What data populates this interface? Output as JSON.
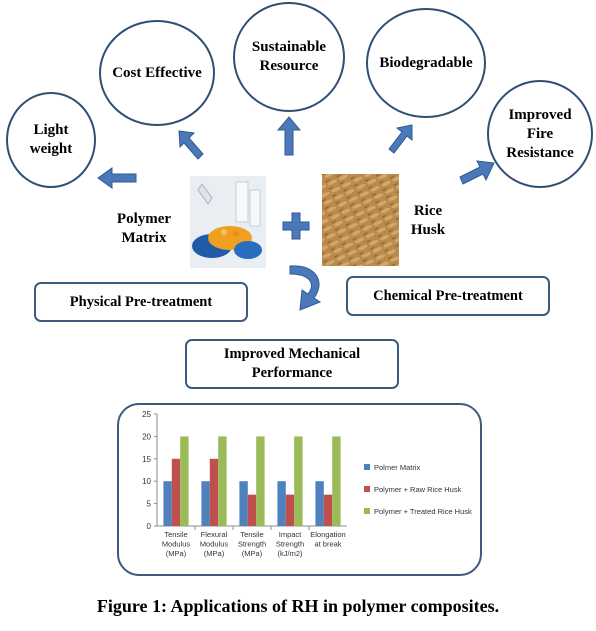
{
  "circles": {
    "light_weight": "Light\nweight",
    "cost_effective": "Cost Effective",
    "sustainable": "Sustainable\nResource",
    "biodegradable": "Biodegradable",
    "fire_resistance": "Improved\nFire\nResistance"
  },
  "labels": {
    "polymer_matrix": "Polymer\nMatrix",
    "rice_husk": "Rice\nHusk"
  },
  "boxes": {
    "physical": "Physical Pre-treatment",
    "chemical": "Chemical Pre-treatment",
    "mechanical": "Improved Mechanical\nPerformance"
  },
  "chart_data": {
    "type": "bar",
    "categories": [
      "Tensile\nModulus\n(MPa)",
      "Flexural\nModulus\n(MPa)",
      "Tensile\nStrength\n(MPa)",
      "Impact\nStrength\n(kJ/m2)",
      "Elongation\nat break"
    ],
    "ylim": [
      0,
      25
    ],
    "yticks": [
      0,
      5,
      10,
      15,
      20,
      25
    ],
    "series": [
      {
        "name": "Polmer Matrix",
        "color": "#4f81bd",
        "values": [
          10,
          10,
          10,
          10,
          10
        ]
      },
      {
        "name": "Polymer + Raw Rice Husk",
        "color": "#c0504d",
        "values": [
          15,
          15,
          7,
          7,
          7
        ]
      },
      {
        "name": "Polymer + Treated Rice Husk",
        "color": "#9bbb59",
        "values": [
          20,
          20,
          20,
          20,
          20
        ]
      }
    ],
    "legend_position": "right",
    "grid": false
  },
  "caption": "Figure 1: Applications of RH in polymer composites.",
  "colors": {
    "arrow": "#4a78b8",
    "arrow_edge": "#2f5a93",
    "border": "#3d5a80"
  }
}
